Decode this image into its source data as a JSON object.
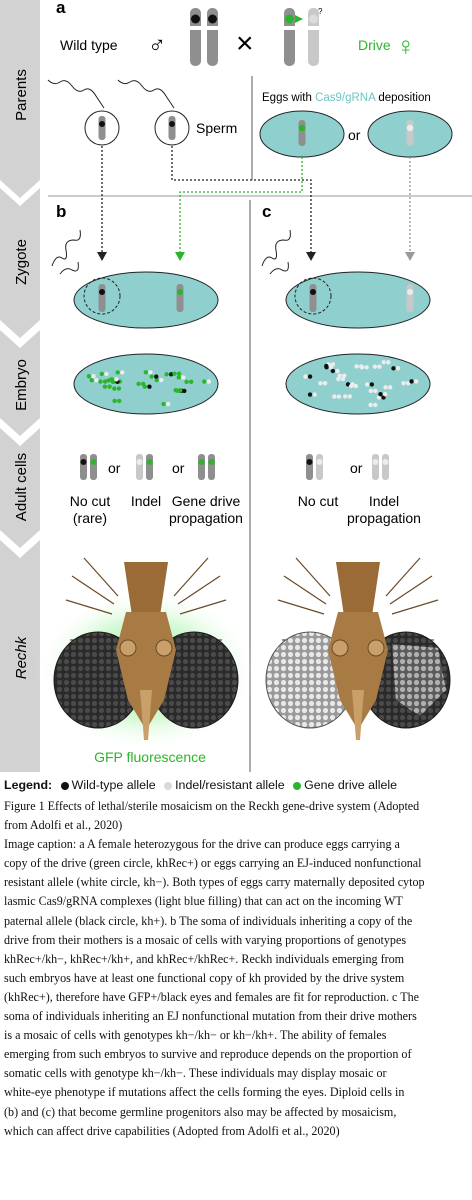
{
  "panels": {
    "a": "a",
    "b": "b",
    "c": "c"
  },
  "side_labels": {
    "parents": "Parents",
    "zygote": "Zygote",
    "embryo": "Embryo",
    "adult_cells": "Adult cells",
    "rechk": "Rechk"
  },
  "parents": {
    "wild_type": "Wild type",
    "drive": "Drive",
    "cross": "×",
    "male_symbol": "♂",
    "female_symbol": "♀",
    "question": "?",
    "sperm": "Sperm",
    "eggs_prefix": "Eggs with ",
    "eggs_cas": "Cas9/gRNA",
    "eggs_suffix": " deposition",
    "or": "or"
  },
  "adult_cells": {
    "b": [
      {
        "line1": "No cut",
        "line2": "(rare)"
      },
      {
        "line1": "Indel",
        "line2": ""
      },
      {
        "line1": "Gene drive",
        "line2": "propagation"
      }
    ],
    "c": [
      {
        "line1": "No cut",
        "line2": ""
      },
      {
        "line1": "Indel",
        "line2": "propagation"
      }
    ],
    "or": "or"
  },
  "gfp_label": "GFP fluorescence",
  "legend": {
    "title": "Legend:",
    "items": [
      {
        "label": "Wild-type allele",
        "color": "#111111"
      },
      {
        "label": "Indel/resistant allele",
        "color": "#d9d9d9"
      },
      {
        "label": "Gene drive allele",
        "color": "#2bb52b"
      }
    ]
  },
  "colors": {
    "cyan": "#8fd0cf",
    "green": "#2bb52b",
    "chrom_dark": "#8f8f8f",
    "chrom_light": "#c8c8c8",
    "sidebar": "#d2d2d2"
  },
  "caption": {
    "lines": [
      "Figure 1 Effects of lethal/sterile mosaicism on the Reckh gene-drive system (Adopted",
      " from Adolfi et al., 2020)",
      "Image caption: a A female heterozygous for the drive can produce eggs carrying a",
      "copy of the drive (green circle, khRec+) or eggs carrying an EJ-induced nonfunctional",
      "resistant allele (white circle, kh−). Both types of eggs carry maternally deposited cytop",
      "lasmic Cas9/gRNA complexes (light blue filling) that can act on the incoming WT",
      " paternal allele (black circle, kh+). b The soma of individuals inheriting a copy of the",
      "drive from their mothers is a mosaic of cells with varying proportions of genotypes",
      "khRec+/kh−, khRec+/kh+, and khRec+/khRec+. Reckh individuals emerging from",
      "such embryos have at least one functional copy of kh provided by the drive system",
      "(khRec+), therefore have GFP+/black eyes and females are fit for reproduction. c The",
      "soma of individuals inheriting an EJ nonfunctional mutation from their drive mothers",
      " is a mosaic of cells with genotypes kh−/kh− or kh−/kh+. The ability of females",
      "emerging from such embryos to survive and reproduce depends on the proportion of",
      " somatic cells with genotype kh−/kh−. These individuals may display mosaic or",
      "white-eye phenotype if mutations affect the cells forming the eyes. Diploid cells in",
      " (b) and (c) that become germline progenitors also may be affected by mosaicism,",
      "which can affect drive capabilities (Adopted from Adolfi et al., 2020)"
    ]
  }
}
